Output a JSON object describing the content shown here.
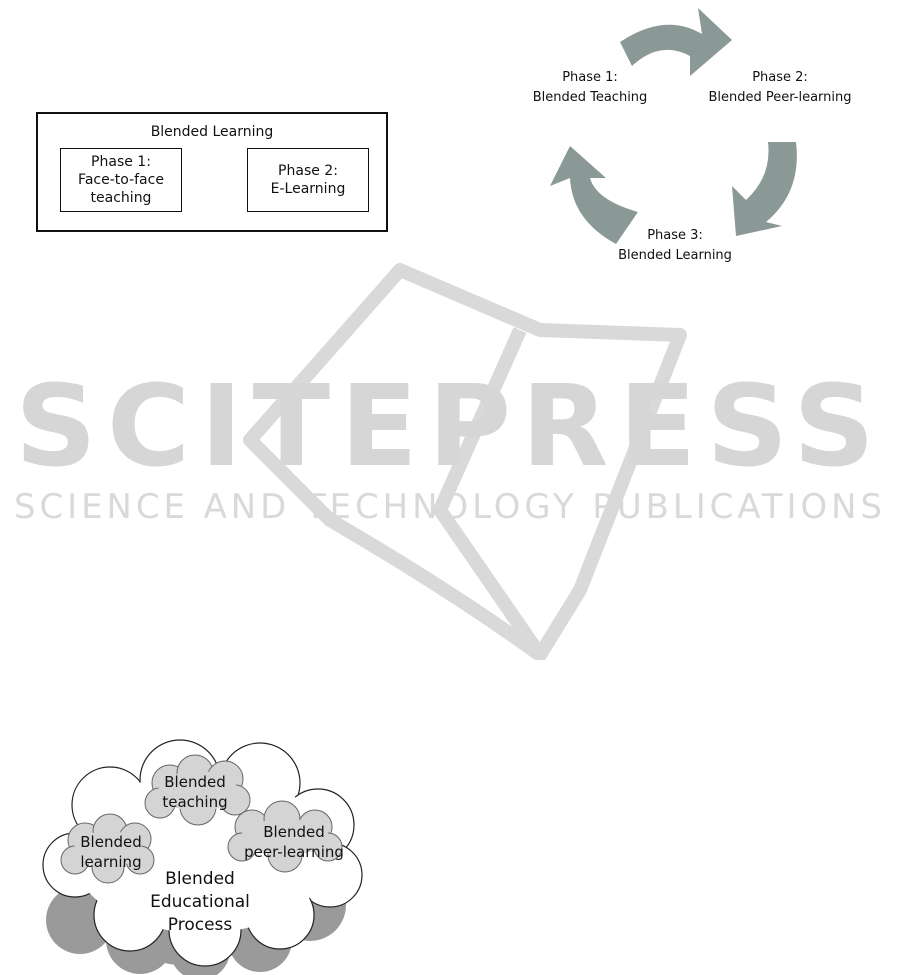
{
  "figure1": {
    "title": "Blended Learning",
    "phase1": "Phase 1:\nFace-to-face\nteaching",
    "phase2": "Phase 2:\nE-Learning"
  },
  "figure2": {
    "phase1": "Phase 1:\nBlended Teaching",
    "phase2": "Phase 2:\nBlended Peer-learning",
    "phase3": "Phase 3:\nBlended Learning",
    "arrow_color": "#8a9896"
  },
  "watermark": {
    "brand": "SCITEPRESS",
    "tagline": "SCIENCE AND TECHNOLOGY PUBLICATIONS",
    "color": "#d6d6d6"
  },
  "figure3": {
    "center": "Blended\nEducational\nProcess",
    "teaching": "Blended\nteaching",
    "learning": "Blended\nlearning",
    "peer": "Blended\npeer-learning",
    "shadow_color": "#9a9a9a",
    "small_cloud_color": "#d4d4d4"
  }
}
